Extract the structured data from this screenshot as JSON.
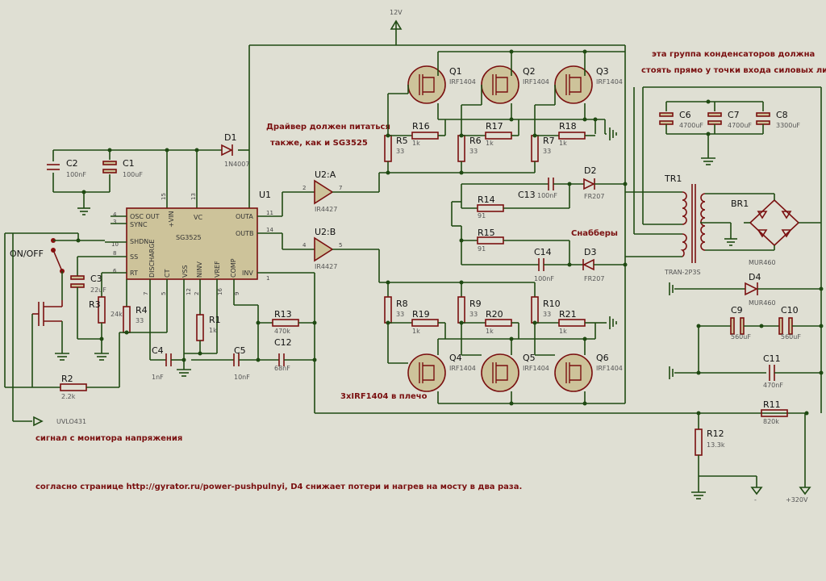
{
  "title": "",
  "power_label": "12V",
  "ground_labels": {
    "minus": "-",
    "hv": "+320V"
  },
  "signal_label": "UVLO431",
  "ic": {
    "ref": "U1",
    "part": "SG3525",
    "pins_left": [
      "OSC OUT",
      "SYNC",
      "SHDN",
      "SS",
      "RT"
    ],
    "pins_left_num": [
      "4",
      "3",
      "10",
      "8",
      "6"
    ],
    "pins_right": [
      "OUTA",
      "OUTB",
      "INV"
    ],
    "pins_right_num": [
      "11",
      "14",
      "1"
    ],
    "pins_top": [
      "+VIN",
      "VC"
    ],
    "pins_top_num": [
      "15",
      "13"
    ],
    "pins_bottom": [
      "DISCHARGE",
      "CT",
      "VSS",
      "NINV",
      "VREF",
      "COMP"
    ],
    "pins_bottom_num": [
      "7",
      "5",
      "12",
      "2",
      "16",
      "9"
    ]
  },
  "drivers": [
    {
      "ref": "U2:A",
      "part": "IR4427",
      "in": "2",
      "out": "7"
    },
    {
      "ref": "U2:B",
      "part": "IR4427",
      "in": "4",
      "out": "5"
    }
  ],
  "components": {
    "D1": {
      "ref": "D1",
      "val": "1N4007"
    },
    "C1": {
      "ref": "C1",
      "val": "100uF"
    },
    "C2": {
      "ref": "C2",
      "val": "100nF"
    },
    "C3": {
      "ref": "C3",
      "val": "22uF"
    },
    "C4": {
      "ref": "C4",
      "val": "1nF"
    },
    "C5": {
      "ref": "C5",
      "val": "10nF"
    },
    "C12": {
      "ref": "C12",
      "val": "68nF"
    },
    "R1": {
      "ref": "R1",
      "val": "1k"
    },
    "R2": {
      "ref": "R2",
      "val": "2.2k"
    },
    "R3": {
      "ref": "R3",
      "val": "24k"
    },
    "R4": {
      "ref": "R4",
      "val": "33"
    },
    "R13": {
      "ref": "R13",
      "val": "470k"
    },
    "R5": {
      "ref": "R5",
      "val": "33"
    },
    "R6": {
      "ref": "R6",
      "val": "33"
    },
    "R7": {
      "ref": "R7",
      "val": "33"
    },
    "R16": {
      "ref": "R16",
      "val": "1k"
    },
    "R17": {
      "ref": "R17",
      "val": "1k"
    },
    "R18": {
      "ref": "R18",
      "val": "1k"
    },
    "R8": {
      "ref": "R8",
      "val": "33"
    },
    "R9": {
      "ref": "R9",
      "val": "33"
    },
    "R10": {
      "ref": "R10",
      "val": "33"
    },
    "R19": {
      "ref": "R19",
      "val": "1k"
    },
    "R20": {
      "ref": "R20",
      "val": "1k"
    },
    "R21": {
      "ref": "R21",
      "val": "1k"
    },
    "Q1": {
      "ref": "Q1",
      "val": "IRF1404"
    },
    "Q2": {
      "ref": "Q2",
      "val": "IRF1404"
    },
    "Q3": {
      "ref": "Q3",
      "val": "IRF1404"
    },
    "Q4": {
      "ref": "Q4",
      "val": "IRF1404"
    },
    "Q5": {
      "ref": "Q5",
      "val": "IRF1404"
    },
    "Q6": {
      "ref": "Q6",
      "val": "IRF1404"
    },
    "R14": {
      "ref": "R14",
      "val": "91"
    },
    "R15": {
      "ref": "R15",
      "val": "91"
    },
    "C13": {
      "ref": "C13",
      "val": "100nF"
    },
    "C14": {
      "ref": "C14",
      "val": "100nF"
    },
    "D2": {
      "ref": "D2",
      "val": "FR207"
    },
    "D3": {
      "ref": "D3",
      "val": "FR207"
    },
    "TR1": {
      "ref": "TR1",
      "val": "TRAN-2P3S"
    },
    "BR1": {
      "ref": "BR1",
      "val": "MUR460"
    },
    "D4": {
      "ref": "D4",
      "val": "MUR460"
    },
    "C6": {
      "ref": "C6",
      "val": "4700uF"
    },
    "C7": {
      "ref": "C7",
      "val": "4700uF"
    },
    "C8": {
      "ref": "C8",
      "val": "3300uF"
    },
    "C9": {
      "ref": "C9",
      "val": "560uF"
    },
    "C10": {
      "ref": "C10",
      "val": "560uF"
    },
    "C11": {
      "ref": "C11",
      "val": "470nF"
    },
    "R11": {
      "ref": "R11",
      "val": "820k"
    },
    "R12": {
      "ref": "R12",
      "val": "13.3k"
    }
  },
  "switch_label": "ON/OFF",
  "notes": {
    "driver": "Драйвер должен питаться",
    "driver2": "также, как и SG3525",
    "caps1": "эта группа конденсаторов должна",
    "caps2": "стоять прямо у точки входа силовых линий",
    "snubbers": "Снабберы",
    "mosfets": "3xIRF1404 в плечо",
    "monitor": "сигнал с монитора напряжения",
    "source": "согласно странице http://gyrator.ru/power-pushpulnyi, D4 снижает потери и нагрев на мосту в два раза."
  }
}
